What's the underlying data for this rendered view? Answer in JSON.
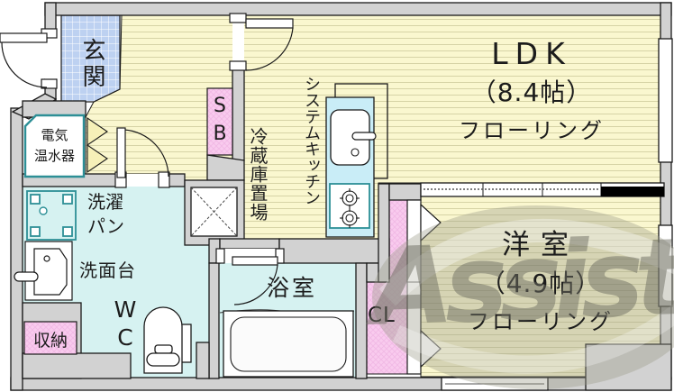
{
  "watermark": {
    "text": "Assist"
  },
  "rooms": {
    "genkan": {
      "label": "玄関"
    },
    "ldk": {
      "name": "LDK",
      "size": "（8.4帖）",
      "floor": "フローリング"
    },
    "yoshitsu": {
      "name": "洋室",
      "size": "（4.9帖）",
      "floor": "フローリング"
    },
    "yokushitsu": {
      "label": "浴室"
    },
    "wc": {
      "label": "W\nC"
    }
  },
  "fixtures": {
    "water_heater": {
      "label": "電気\n温水器"
    },
    "shoe_box": {
      "label": "S\nB"
    },
    "fridge_space": {
      "label": "冷蔵庫置場"
    },
    "system_kitchen": {
      "label": "システムキッチン"
    },
    "laundry_pan": {
      "label": "洗濯\nパン"
    },
    "washstand": {
      "label": "洗面台"
    },
    "storage": {
      "label": "収納"
    },
    "closet": {
      "label": "CL"
    }
  },
  "colors": {
    "wall_gray": "#d2d2d2",
    "outline": "#1a1a1a",
    "floor_yellow": "#faf7cf",
    "floor_stripe": "#d6d3a6",
    "tile_blue": "#bdd1f1",
    "water_cyan": "#d6f2f1",
    "kitchen_cyan": "#c9edf7",
    "pink": "#f9cbee",
    "teal_fixture": "#2d8f96",
    "watermark_gray": "#9a9a8a"
  }
}
